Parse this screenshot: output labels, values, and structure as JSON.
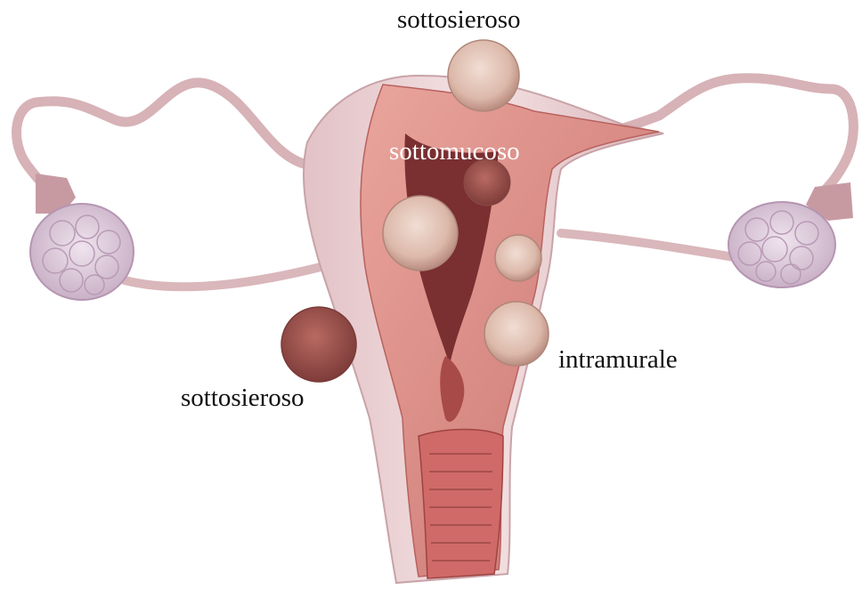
{
  "labels": {
    "subserosal_top": "sottosieroso",
    "submucosal": "sottomucoso",
    "intramural": "intramurale",
    "subserosal_left": "sottosieroso"
  },
  "colors": {
    "dark_text": "#111111",
    "light_text": "#ffffff",
    "serosa": "#e8c8cc",
    "muscle": "#d98a88",
    "cavity": "#6e2a2c",
    "ovary": "#d9c6d6",
    "fibroid": "#e3c7bb",
    "dark_fibroid": "#9c5450"
  }
}
